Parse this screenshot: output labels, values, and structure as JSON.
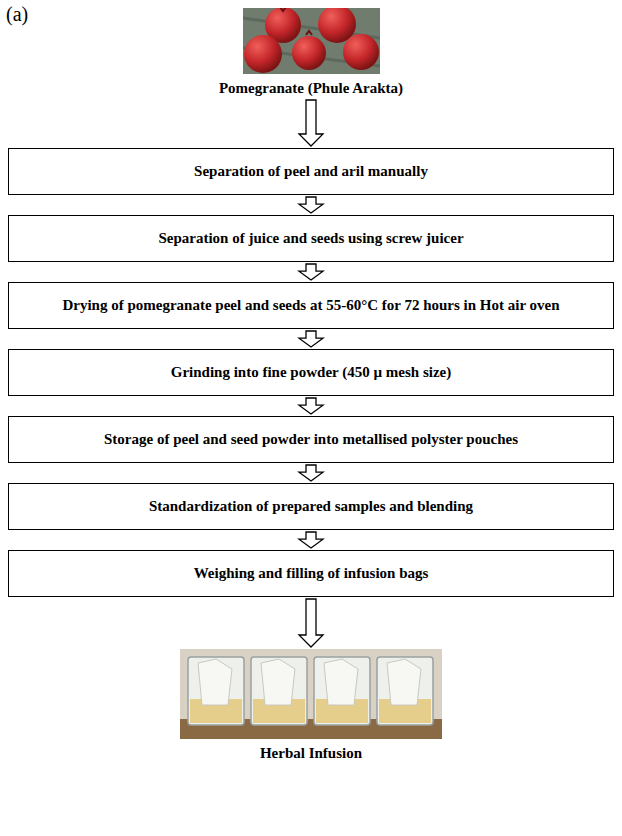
{
  "diagram": {
    "nodes": [
      {
        "text": [
          "Pomegranate (Phule Arakta)"
        ]
      },
      {
        "text": [
          "Separation of peel and aril manually"
        ]
      },
      {
        "text": [
          "Separation of juice and seeds using screw juicer"
        ]
      },
      {
        "text": [
          "Drying of pomegranate peel and seeds at 55-60°C for 72 hours in Hot air oven"
        ]
      },
      {
        "text": [
          "Grinding into fine powder (450 µ mesh size)"
        ]
      },
      {
        "text": [
          "Storage of peel and seed powder into metallised polyster pouches"
        ]
      },
      {
        "text": [
          "Standardization of prepared samples and blending"
        ]
      },
      {
        "text": [
          "Weighing and filling of infusion bags"
        ]
      },
      {
        "text": [
          "Herbal Infusion"
        ]
      }
    ],
    "edges": [
      {
        "from": 0,
        "to": 1,
        "arrow": "to"
      },
      {
        "from": 1,
        "to": 2,
        "arrow": "to"
      },
      {
        "from": 2,
        "to": 3,
        "arrow": "to"
      },
      {
        "from": 3,
        "to": 4,
        "arrow": "to"
      },
      {
        "from": 4,
        "to": 5,
        "arrow": "to"
      },
      {
        "from": 5,
        "to": 6,
        "arrow": "to"
      },
      {
        "from": 6,
        "to": 7,
        "arrow": "to"
      },
      {
        "from": 7,
        "to": 8,
        "arrow": "to"
      }
    ],
    "labels": [
      "(a)"
    ]
  }
}
